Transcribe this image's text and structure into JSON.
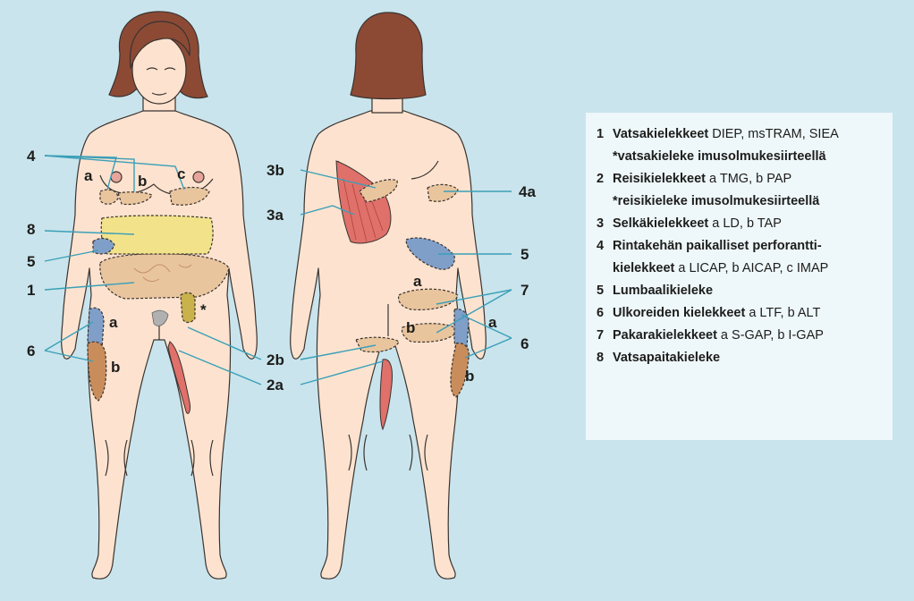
{
  "labels": {
    "front": {
      "n4": "4",
      "a_breast": "a",
      "b_breast": "b",
      "c_breast": "c",
      "n8": "8",
      "n5": "5",
      "n1": "1",
      "star": "*",
      "n6": "6",
      "a_thigh": "a",
      "b_thigh": "b",
      "n2b": "2b",
      "n2a": "2a"
    },
    "back": {
      "n3b": "3b",
      "n3a": "3a",
      "n4a": "4a",
      "n5": "5",
      "n7": "7",
      "a_gluteal": "a",
      "b_gluteal": "b",
      "a_thigh": "a",
      "b_thigh": "b",
      "n6": "6"
    }
  },
  "legend": {
    "items": [
      {
        "num": "1",
        "title": "Vatsakielekkeet",
        "text": " DIEP, msTRAM, SIEA",
        "sub": "*vatsakieleke imusolmukesiirteellä",
        "sub_bold": true
      },
      {
        "num": "2",
        "title": "Reisikielekkeet",
        "text": "  a TMG, b PAP",
        "sub": "*reisikieleke imusolmukesiirteellä",
        "sub_bold": true
      },
      {
        "num": "3",
        "title": "Selkäkielekkeet",
        "text": " a LD, b TAP"
      },
      {
        "num": "4",
        "title": "Rintakehän paikalliset perforantti-",
        "text": "",
        "sub_title": "kielekkeet",
        "sub": " a LICAP, b AICAP,  c IMAP"
      },
      {
        "num": "5",
        "title": "Lumbaalikieleke",
        "text": ""
      },
      {
        "num": "6",
        "title": "Ulkoreiden kielekkeet",
        "text": " a LTF, b ALT"
      },
      {
        "num": "7",
        "title": "Pakarakielekkeet",
        "text": " a S-GAP, b I-GAP"
      },
      {
        "num": "8",
        "title": "Vatsapaitakieleke",
        "text": ""
      }
    ]
  },
  "colors": {
    "background": "#c9e4ec",
    "legend_bg": "#eef7fa",
    "skin": "#fde3cf",
    "hair": "#8c4a35",
    "flap_tan": "#e9c59e",
    "flap_blue": "#7f9fc9",
    "flap_brown": "#c98d5c",
    "flap_yellow": "#f2e38a",
    "muscle_red": "#e0706a",
    "leader_line": "#3a9fb8"
  }
}
